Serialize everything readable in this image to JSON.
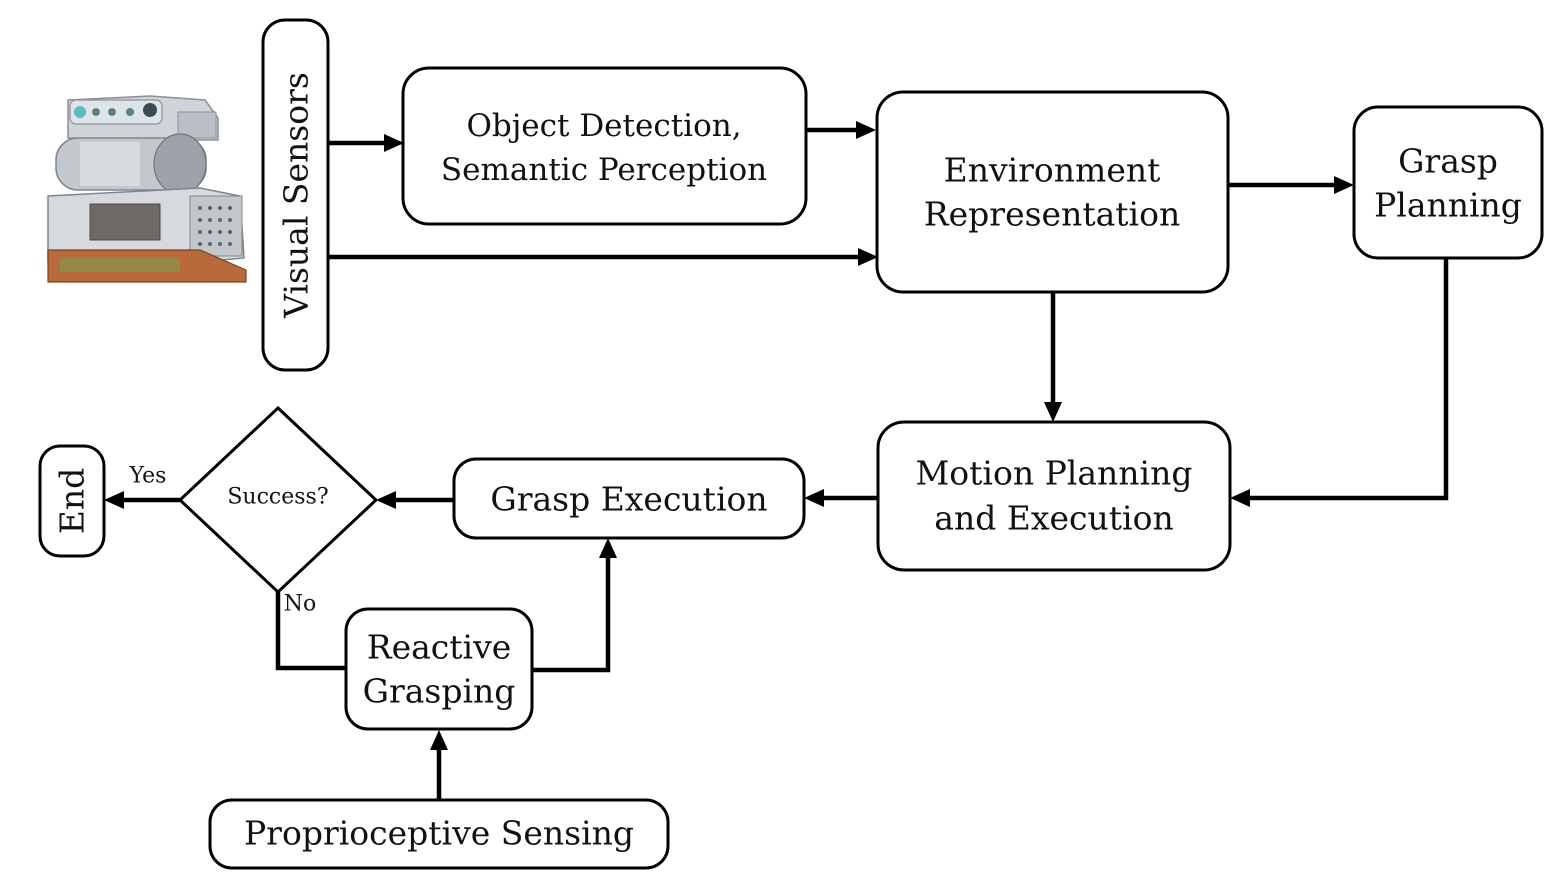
{
  "diagram": {
    "nodes": {
      "visual_sensors": "Visual Sensors",
      "object_detection": [
        "Object Detection,",
        "Semantic Perception"
      ],
      "environment": [
        "Environment",
        "Representation"
      ],
      "grasp_planning": [
        "Grasp",
        "Planning"
      ],
      "motion_planning": [
        "Motion Planning",
        "and Execution"
      ],
      "grasp_execution": "Grasp Execution",
      "success": "Success?",
      "end": "End",
      "reactive_grasping": [
        "Reactive",
        "Grasping"
      ],
      "proprioceptive": "Proprioceptive Sensing"
    },
    "edge_labels": {
      "yes": "Yes",
      "no": "No"
    }
  }
}
